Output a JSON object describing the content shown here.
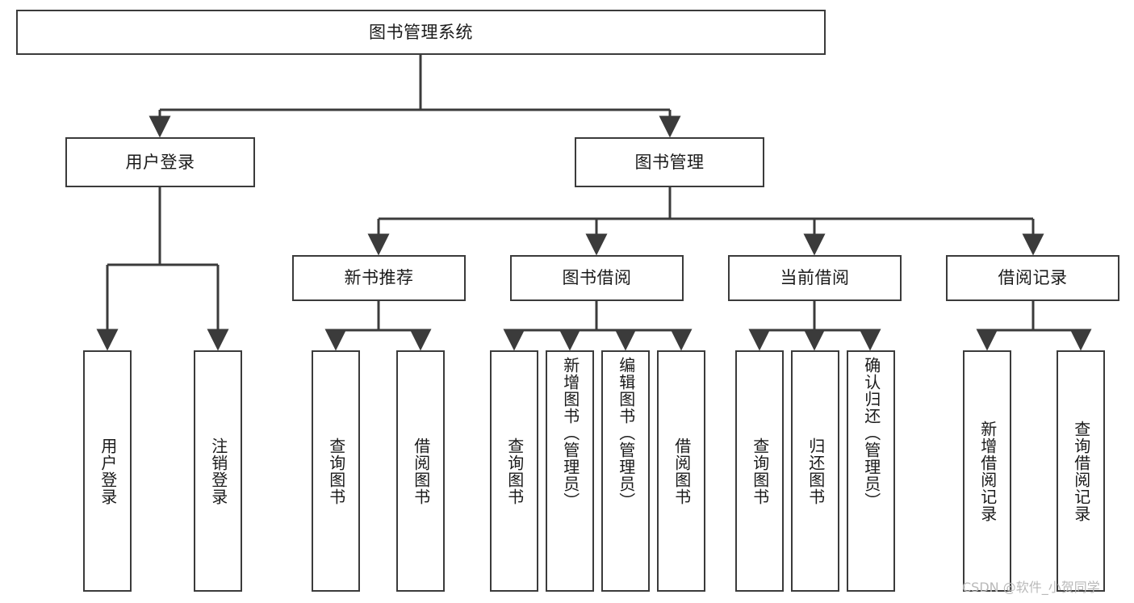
{
  "diagram": {
    "title": "图书管理系统",
    "type": "tree",
    "root": {
      "id": "root",
      "label": "图书管理系统"
    },
    "level1": [
      {
        "id": "user-login",
        "label": "用户登录"
      },
      {
        "id": "book-manage",
        "label": "图书管理"
      }
    ],
    "level2": [
      {
        "id": "new-book-rec",
        "label": "新书推荐",
        "parent": "book-manage"
      },
      {
        "id": "book-borrow",
        "label": "图书借阅",
        "parent": "book-manage"
      },
      {
        "id": "current-borrow",
        "label": "当前借阅",
        "parent": "book-manage"
      },
      {
        "id": "borrow-record",
        "label": "借阅记录",
        "parent": "book-manage"
      }
    ],
    "leaves": {
      "user-login": [
        {
          "id": "leaf-user-login",
          "label": "用户登录"
        },
        {
          "id": "leaf-user-logout",
          "label": "注销登录"
        }
      ],
      "new-book-rec": [
        {
          "id": "leaf-query-book-1",
          "label": "查询图书"
        },
        {
          "id": "leaf-borrow-book-1",
          "label": "借阅图书"
        }
      ],
      "book-borrow": [
        {
          "id": "leaf-query-book-2",
          "label": "查询图书"
        },
        {
          "id": "leaf-add-book",
          "label": "新增图书（管理员）"
        },
        {
          "id": "leaf-edit-book",
          "label": "编辑图书（管理员）"
        },
        {
          "id": "leaf-borrow-book-2",
          "label": "借阅图书"
        }
      ],
      "current-borrow": [
        {
          "id": "leaf-query-book-3",
          "label": "查询图书"
        },
        {
          "id": "leaf-return-book",
          "label": "归还图书"
        },
        {
          "id": "leaf-confirm-return",
          "label": "确认归还（管理员）"
        }
      ],
      "borrow-record": [
        {
          "id": "leaf-add-record",
          "label": "新增借阅记录"
        },
        {
          "id": "leaf-query-record",
          "label": "查询借阅记录"
        }
      ]
    },
    "colors": {
      "node_border": "#3b3b3b",
      "node_fill": "#ffffff",
      "edge": "#3b3b3b",
      "text": "#1a1a1a",
      "watermark": "#b9b9b9",
      "background": "#ffffff"
    }
  },
  "watermark": {
    "text": "CSDN @软件_小贺同学"
  }
}
